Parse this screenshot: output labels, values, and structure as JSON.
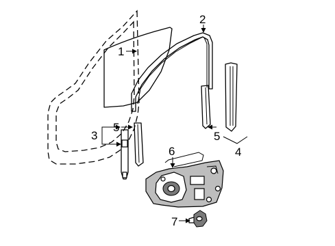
{
  "callouts": {
    "c1": "1",
    "c2": "2",
    "c3": "3",
    "c4": "4",
    "c5a": "5",
    "c5b": "5",
    "c6": "6",
    "c7": "7"
  }
}
